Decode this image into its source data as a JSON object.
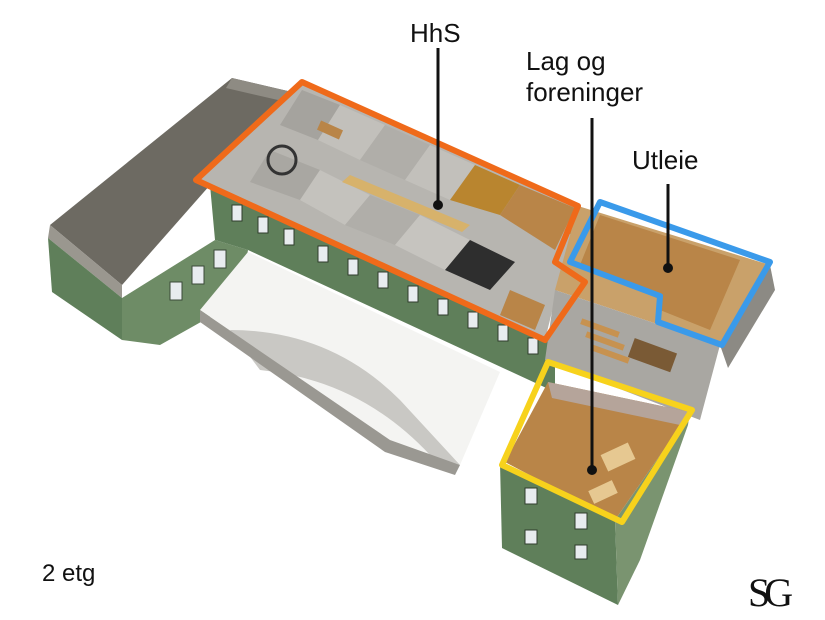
{
  "labels": {
    "hhs": "HhS",
    "lag_line1": "Lag og",
    "lag_line2": "foreninger",
    "utleie": "Utleie"
  },
  "floor": "2 etg",
  "logo": {
    "mark": "SG",
    "tagline": ""
  },
  "colors": {
    "hhs_outline": "#ef6a1a",
    "utleie_outline": "#3a9aea",
    "lag_outline": "#f7d21c",
    "facade": "#5f7f5a",
    "wood_floor": "#b98548",
    "wall": "#b7b5b0",
    "roof_dark": "#6d6a62"
  }
}
